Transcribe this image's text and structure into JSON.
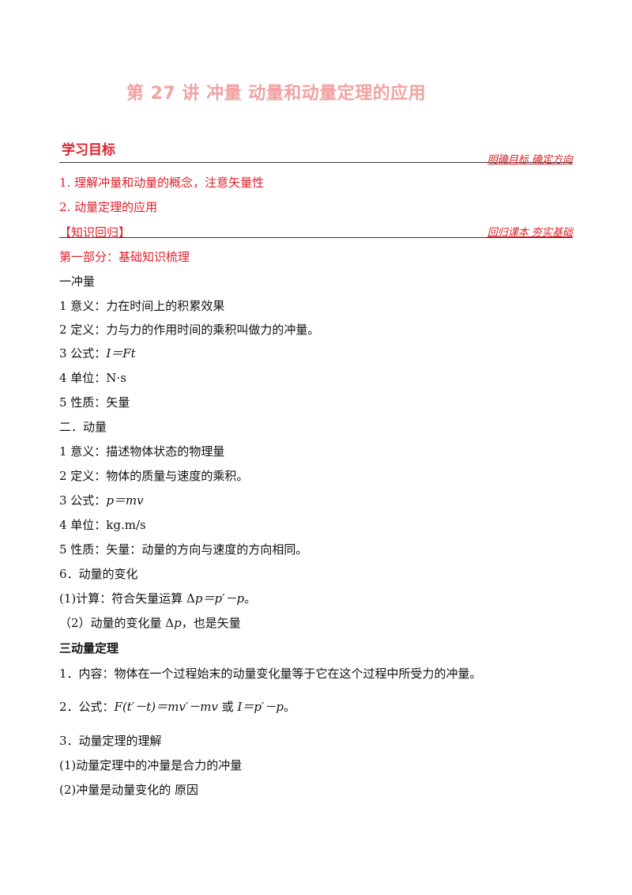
{
  "title": "第 27 讲  冲量  动量和动量定理的应用",
  "section_objectives": {
    "heading": "学习目标",
    "note": "明确目标  确定方向",
    "items": [
      "1. 理解冲量和动量的概念，注意矢量性",
      "2. 动量定理的应用"
    ]
  },
  "knowledge_review": {
    "label": "【知识回归】",
    "note": "回归课本  夯实基础",
    "part_title": "第一部分：基础知识梳理"
  },
  "impulse": {
    "heading": "一冲量",
    "meaning": "1 意义：力在时间上的积累效果",
    "definition": "2 定义：力与力的作用时间的乘积叫做力的冲量。",
    "formula_prefix": "3 公式：",
    "formula": "I＝Ft",
    "unit": "4 单位：N·s",
    "nature": "5 性质：矢量"
  },
  "momentum": {
    "heading": "二．动量",
    "meaning": "1 意义：描述物体状态的物理量",
    "definition": "2 定义：物体的质量与速度的乘积。",
    "formula_prefix": "3 公式：",
    "formula": "p＝mv",
    "unit": "4 单位：kg.m/s",
    "nature": "5 性质：矢量：动量的方向与速度的方向相同。",
    "change_heading": "6．动量的变化",
    "change_calc_prefix": "(1)计算：符合矢量运算 Δ",
    "change_calc_formula": "p＝p′－p",
    "change_calc_suffix": "。",
    "change_vector_prefix": "（2）动量的变化量 Δ",
    "change_vector_var": "p",
    "change_vector_suffix": "，也是矢量"
  },
  "theorem": {
    "heading": "三动量定理",
    "content": "1．内容：物体在一个过程始末的动量变化量等于它在这个过程中所受力的冲量。",
    "formula_prefix": "2．公式：",
    "formula_a": "F(t′－t)＝mv′－mv",
    "formula_or": " 或 ",
    "formula_b": "I＝p′－p",
    "formula_suffix": "。",
    "understanding": "3．动量定理的理解",
    "point1": "(1)动量定理中的冲量是合力的冲量",
    "point2": "(2)冲量是动量变化的  原因"
  }
}
